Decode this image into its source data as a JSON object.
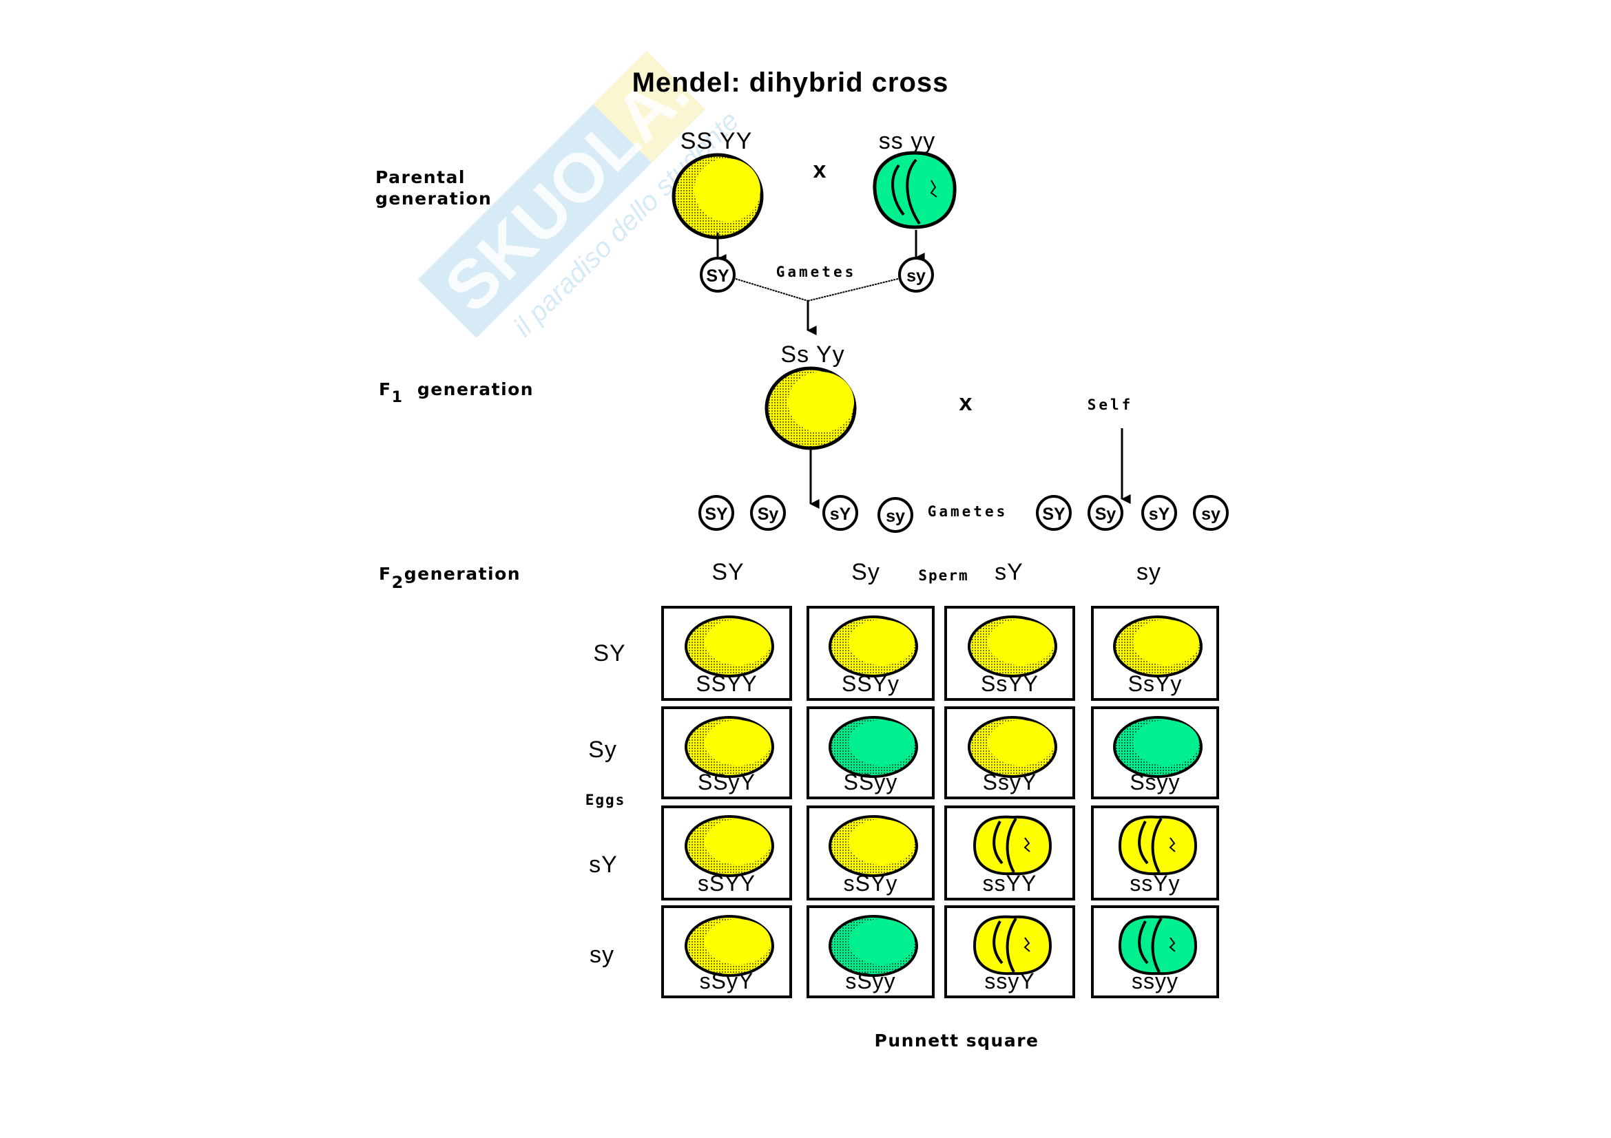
{
  "title": "Mendel: dihybrid cross",
  "watermark": {
    "brand": "SKUOLA.net",
    "tagline": "il paradiso dello studente"
  },
  "colors": {
    "yellow": "#ffff00",
    "green": "#00f090",
    "outline": "#000000",
    "watermark_blue": "#d7ebf7",
    "watermark_yellow": "#fbf6d2"
  },
  "parental": {
    "label_line1": "Parental",
    "label_line2": "generation",
    "left_genotype": "SS YY",
    "right_genotype": "ss yy",
    "cross_symbol": "x",
    "left_pea": {
      "color": "yellow",
      "shape": "round"
    },
    "right_pea": {
      "color": "green",
      "shape": "wrinkled"
    },
    "gametes_label": "Gametes",
    "gametes": [
      "SY",
      "sy"
    ]
  },
  "f1": {
    "label_main": "F",
    "label_sub": "1",
    "label_rest": "generation",
    "genotype": "Ss Yy",
    "pea": {
      "color": "yellow",
      "shape": "round"
    },
    "cross_symbol": "x",
    "self_label": "Self",
    "gametes_label": "Gametes",
    "gametes_left": [
      "SY",
      "Sy",
      "sY",
      "sy"
    ],
    "gametes_right": [
      "SY",
      "Sy",
      "sY",
      "sy"
    ]
  },
  "f2": {
    "label_main": "F",
    "label_sub": "2",
    "label_rest": "generation",
    "sperm_label": "Sperm",
    "eggs_label": "Eggs",
    "column_headers": [
      "SY",
      "Sy",
      "sY",
      "sy"
    ],
    "row_headers": [
      "SY",
      "Sy",
      "sY",
      "sy"
    ],
    "grid": [
      [
        {
          "genotype": "SSYY",
          "color": "yellow",
          "shape": "round"
        },
        {
          "genotype": "SSYy",
          "color": "yellow",
          "shape": "round"
        },
        {
          "genotype": "SsYY",
          "color": "yellow",
          "shape": "round"
        },
        {
          "genotype": "SsYy",
          "color": "yellow",
          "shape": "round"
        }
      ],
      [
        {
          "genotype": "SSyY",
          "color": "yellow",
          "shape": "round"
        },
        {
          "genotype": "SSyy",
          "color": "green",
          "shape": "round"
        },
        {
          "genotype": "SsyY",
          "color": "yellow",
          "shape": "round"
        },
        {
          "genotype": "Ssyy",
          "color": "green",
          "shape": "round"
        }
      ],
      [
        {
          "genotype": "sSYY",
          "color": "yellow",
          "shape": "round"
        },
        {
          "genotype": "sSYy",
          "color": "yellow",
          "shape": "round"
        },
        {
          "genotype": "ssYY",
          "color": "yellow",
          "shape": "wrinkled"
        },
        {
          "genotype": "ssYy",
          "color": "yellow",
          "shape": "wrinkled"
        }
      ],
      [
        {
          "genotype": "sSyY",
          "color": "yellow",
          "shape": "round"
        },
        {
          "genotype": "sSyy",
          "color": "green",
          "shape": "round"
        },
        {
          "genotype": "ssyY",
          "color": "yellow",
          "shape": "wrinkled"
        },
        {
          "genotype": "ssyy",
          "color": "green",
          "shape": "wrinkled"
        }
      ]
    ],
    "caption": "Punnett square"
  }
}
